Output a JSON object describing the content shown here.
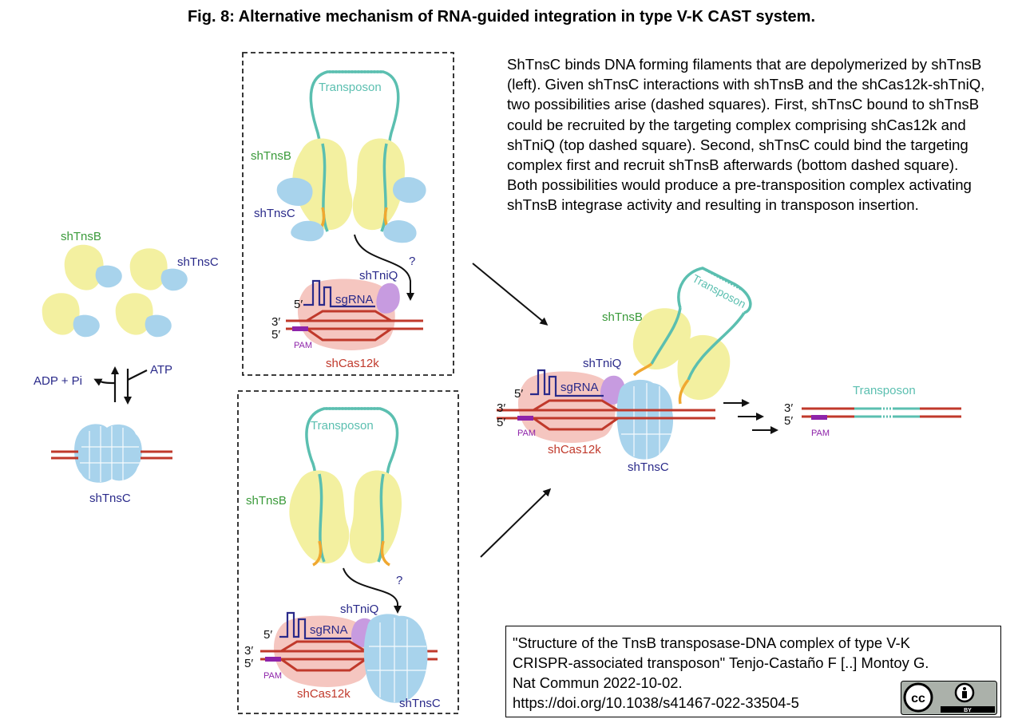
{
  "title": "Fig. 8: Alternative mechanism of RNA-guided integration in type V-K CAST system.",
  "caption": "ShTnsC binds DNA forming filaments that are depolymerized by shTnsB (left). Given shTnsC interactions with shTnsB and the shCas12k-shTniQ, two possibilities arise (dashed squares). First, shTnsC bound to shTnsB could be recruited by the targeting complex comprising shCas12k and shTniQ (top dashed square). Second, shTnsC could bind the targeting complex first and recruit shTnsB afterwards (bottom dashed square). Both possibilities would produce a pre-transposition complex activating shTnsB integrase activity and resulting in transposon insertion.",
  "credit": {
    "line1": "\"Structure of the TnsB transposase-DNA complex of type V-K",
    "line2": "CRISPR-associated transposon\" Tenjo-Castaño F [..] Montoy G.",
    "line3": "Nat Commun 2022-10-02.",
    "line4": "https://doi.org/10.1038/s41467-022-33504-5",
    "badge_cc": "cc",
    "badge_by": "BY"
  },
  "labels": {
    "shTnsB": "shTnsB",
    "shTnsC": "shTnsC",
    "shTniQ": "shTniQ",
    "shCas12k": "shCas12k",
    "sgRNA": "sgRNA",
    "transposon": "Transposon",
    "pam": "PAM",
    "three_prime": "3′",
    "five_prime": "5′",
    "question": "?",
    "adp": "ADP + Pi",
    "atp": "ATP"
  },
  "colors": {
    "tnsB": "#f3f0a0",
    "tnsC": "#a8d3ec",
    "tniQ": "#c79be0",
    "cas12k": "#f5c6c0",
    "dna": "#c0392b",
    "transposon": "#5bbfb0",
    "orange": "#f0a830",
    "pam": "#8e24aa",
    "green_text": "#3a9a3a",
    "blue_text": "#2a2a8a",
    "red_text": "#c0392b"
  }
}
